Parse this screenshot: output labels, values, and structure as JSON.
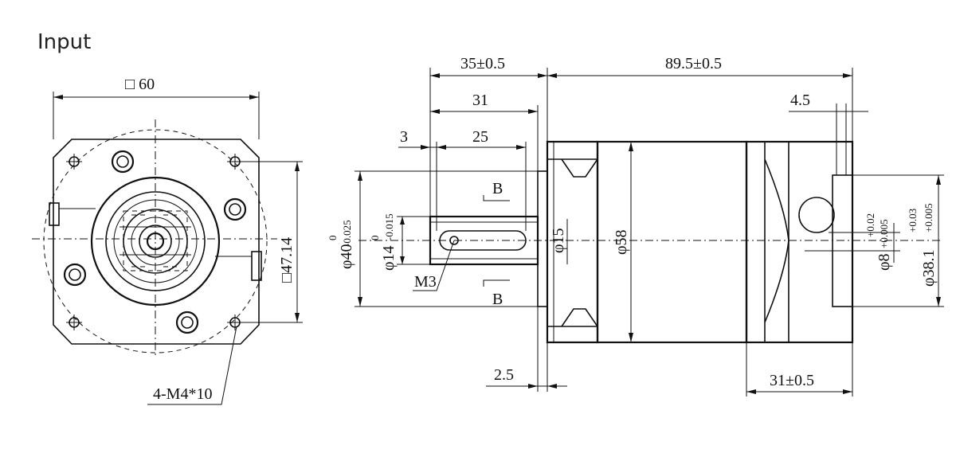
{
  "view_title": "Input",
  "front_view": {
    "dim_flange": "□ 60",
    "dim_bolt_square": "□47.14",
    "callout_holes": "4-M4*10"
  },
  "side_view": {
    "dim_35": "35±0.5",
    "dim_89_5": "89.5±0.5",
    "dim_31": "31",
    "dim_4_5": "4.5",
    "dim_3": "3",
    "dim_25": "25",
    "section_b_top": "B",
    "section_b_bottom": "B",
    "dim_d40_main": "φ40",
    "dim_d40_tol_upper": "0",
    "dim_d40_tol_lower": "-0.025",
    "dim_d14_main": "φ14",
    "dim_d14_tol_upper": "0",
    "dim_d14_tol_lower": "-0.015",
    "dim_d15": "φ15",
    "dim_d58": "φ58",
    "dim_m3": "M3",
    "dim_d8_main": "φ8",
    "dim_d8_tol_upper": "+0.02",
    "dim_d8_tol_lower": "+0.005",
    "dim_d38_main": "φ38.1",
    "dim_d38_tol_upper": "+0.03",
    "dim_d38_tol_lower": "+0.005",
    "dim_2_5": "2.5",
    "dim_31_05": "31±0.5"
  }
}
